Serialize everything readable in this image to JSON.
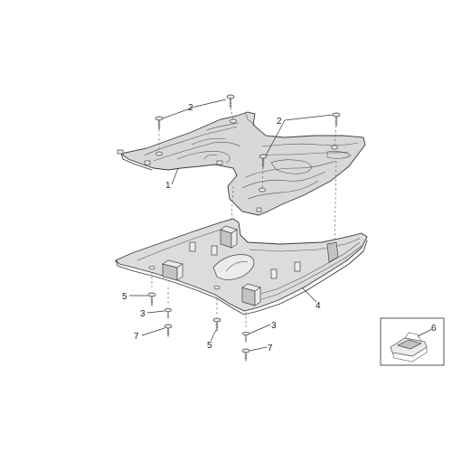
{
  "callouts": {
    "c1": "1",
    "c2a": "2",
    "c2b": "2",
    "c3a": "3",
    "c3b": "3",
    "c4": "4",
    "c5a": "5",
    "c5b": "5",
    "c6": "6",
    "c7a": "7",
    "c7b": "7"
  },
  "colors": {
    "line": "#3a3a3a",
    "panel_fill": "#d8d8d8",
    "background": "#ffffff"
  }
}
